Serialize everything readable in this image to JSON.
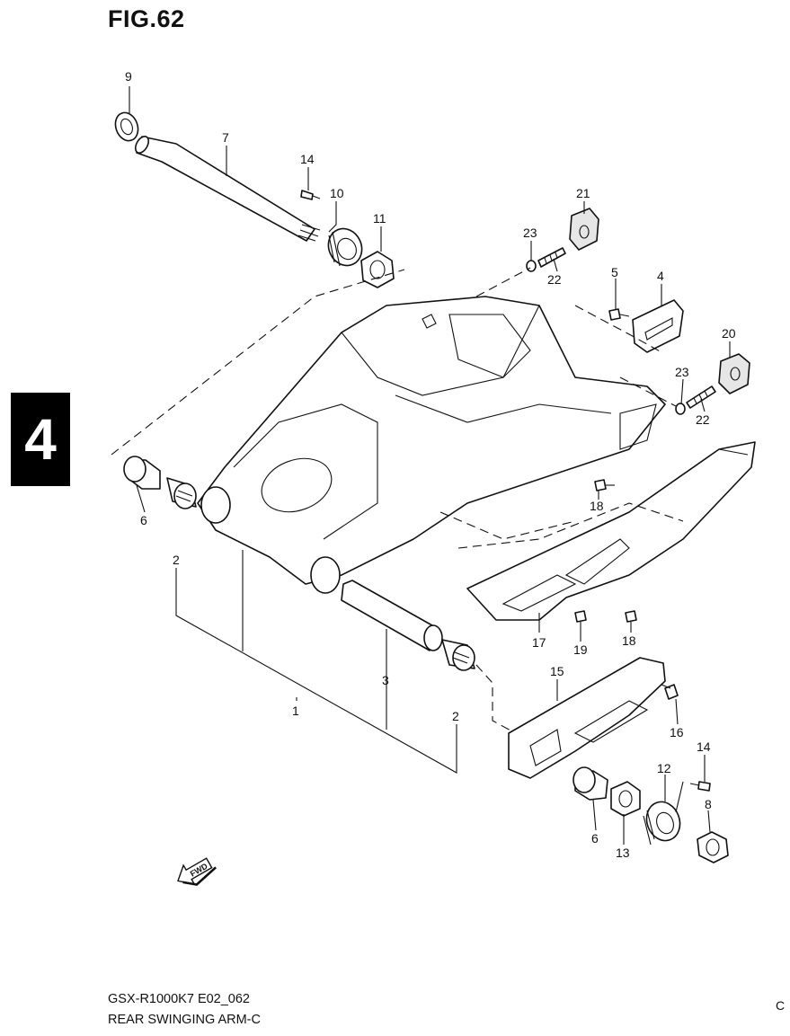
{
  "figure": {
    "title": "FIG.62"
  },
  "section_tab": {
    "number": "4"
  },
  "footer": {
    "model_code": "GSX-R1000K7 E02_062",
    "caption": "REAR SWINGING ARM-C"
  },
  "corner_mark": "C",
  "fwd_arrow": {
    "label": "FWD",
    "icon": "fwd-arrow-icon"
  },
  "callouts": [
    {
      "id": "c9",
      "label": "9"
    },
    {
      "id": "c7",
      "label": "7"
    },
    {
      "id": "c14a",
      "label": "14"
    },
    {
      "id": "c10",
      "label": "10"
    },
    {
      "id": "c11",
      "label": "11"
    },
    {
      "id": "c21",
      "label": "21"
    },
    {
      "id": "c23a",
      "label": "23"
    },
    {
      "id": "c22a",
      "label": "22"
    },
    {
      "id": "c5",
      "label": "5"
    },
    {
      "id": "c4",
      "label": "4"
    },
    {
      "id": "c20",
      "label": "20"
    },
    {
      "id": "c23b",
      "label": "23"
    },
    {
      "id": "c22b",
      "label": "22"
    },
    {
      "id": "c6a",
      "label": "6"
    },
    {
      "id": "c2a",
      "label": "2"
    },
    {
      "id": "c18a",
      "label": "18"
    },
    {
      "id": "c17",
      "label": "17"
    },
    {
      "id": "c19",
      "label": "19"
    },
    {
      "id": "c18b",
      "label": "18"
    },
    {
      "id": "c3",
      "label": "3"
    },
    {
      "id": "c1",
      "label": "1"
    },
    {
      "id": "c2b",
      "label": "2"
    },
    {
      "id": "c15",
      "label": "15"
    },
    {
      "id": "c16",
      "label": "16"
    },
    {
      "id": "c14b",
      "label": "14"
    },
    {
      "id": "c12",
      "label": "12"
    },
    {
      "id": "c8",
      "label": "8"
    },
    {
      "id": "c6b",
      "label": "6"
    },
    {
      "id": "c13",
      "label": "13"
    }
  ]
}
